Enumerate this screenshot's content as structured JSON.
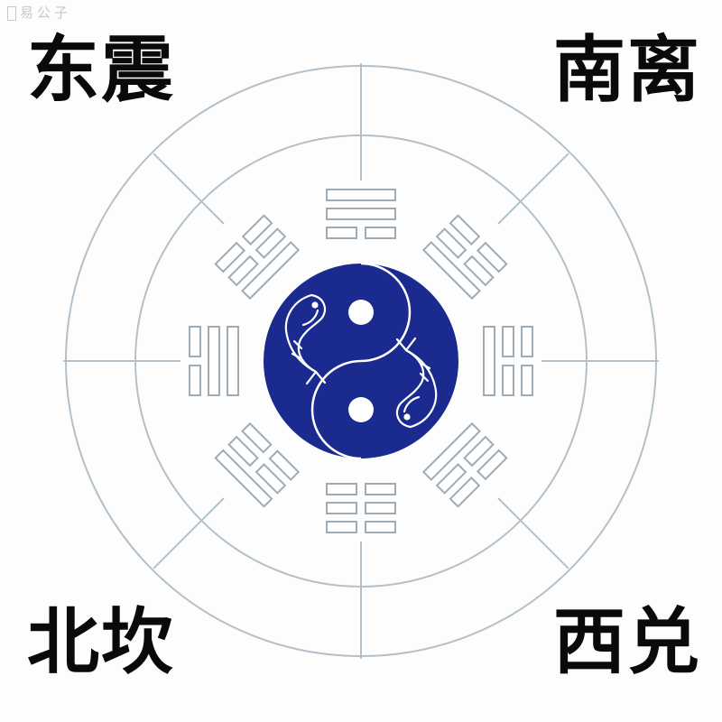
{
  "watermark": "易公子",
  "labels": {
    "top_left": "东震",
    "top_right": "南离",
    "bottom_left": "北坎",
    "bottom_right": "西兑"
  },
  "colors": {
    "line": "#b3c0ca",
    "trigram_stroke": "#9eabb5",
    "taiji_blue": "#1a2a8f",
    "text": "#0a0a0a",
    "background": "#fdfdfd"
  },
  "trigrams": [
    {
      "name": "top",
      "lines": [
        "solid",
        "solid",
        "broken"
      ]
    },
    {
      "name": "top-right",
      "lines": [
        "broken",
        "broken",
        "solid"
      ]
    },
    {
      "name": "right",
      "lines": [
        "broken",
        "broken",
        "solid"
      ]
    },
    {
      "name": "bottom-right",
      "lines": [
        "broken",
        "broken",
        "solid"
      ]
    },
    {
      "name": "bottom",
      "lines": [
        "broken",
        "broken",
        "broken"
      ]
    },
    {
      "name": "bottom-left",
      "lines": [
        "solid",
        "broken",
        "broken"
      ]
    },
    {
      "name": "left",
      "lines": [
        "broken",
        "solid",
        "solid"
      ]
    },
    {
      "name": "top-left",
      "lines": [
        "broken",
        "broken",
        "solid"
      ]
    }
  ],
  "taiji": {
    "symbol": "yin-yang-with-fish"
  }
}
